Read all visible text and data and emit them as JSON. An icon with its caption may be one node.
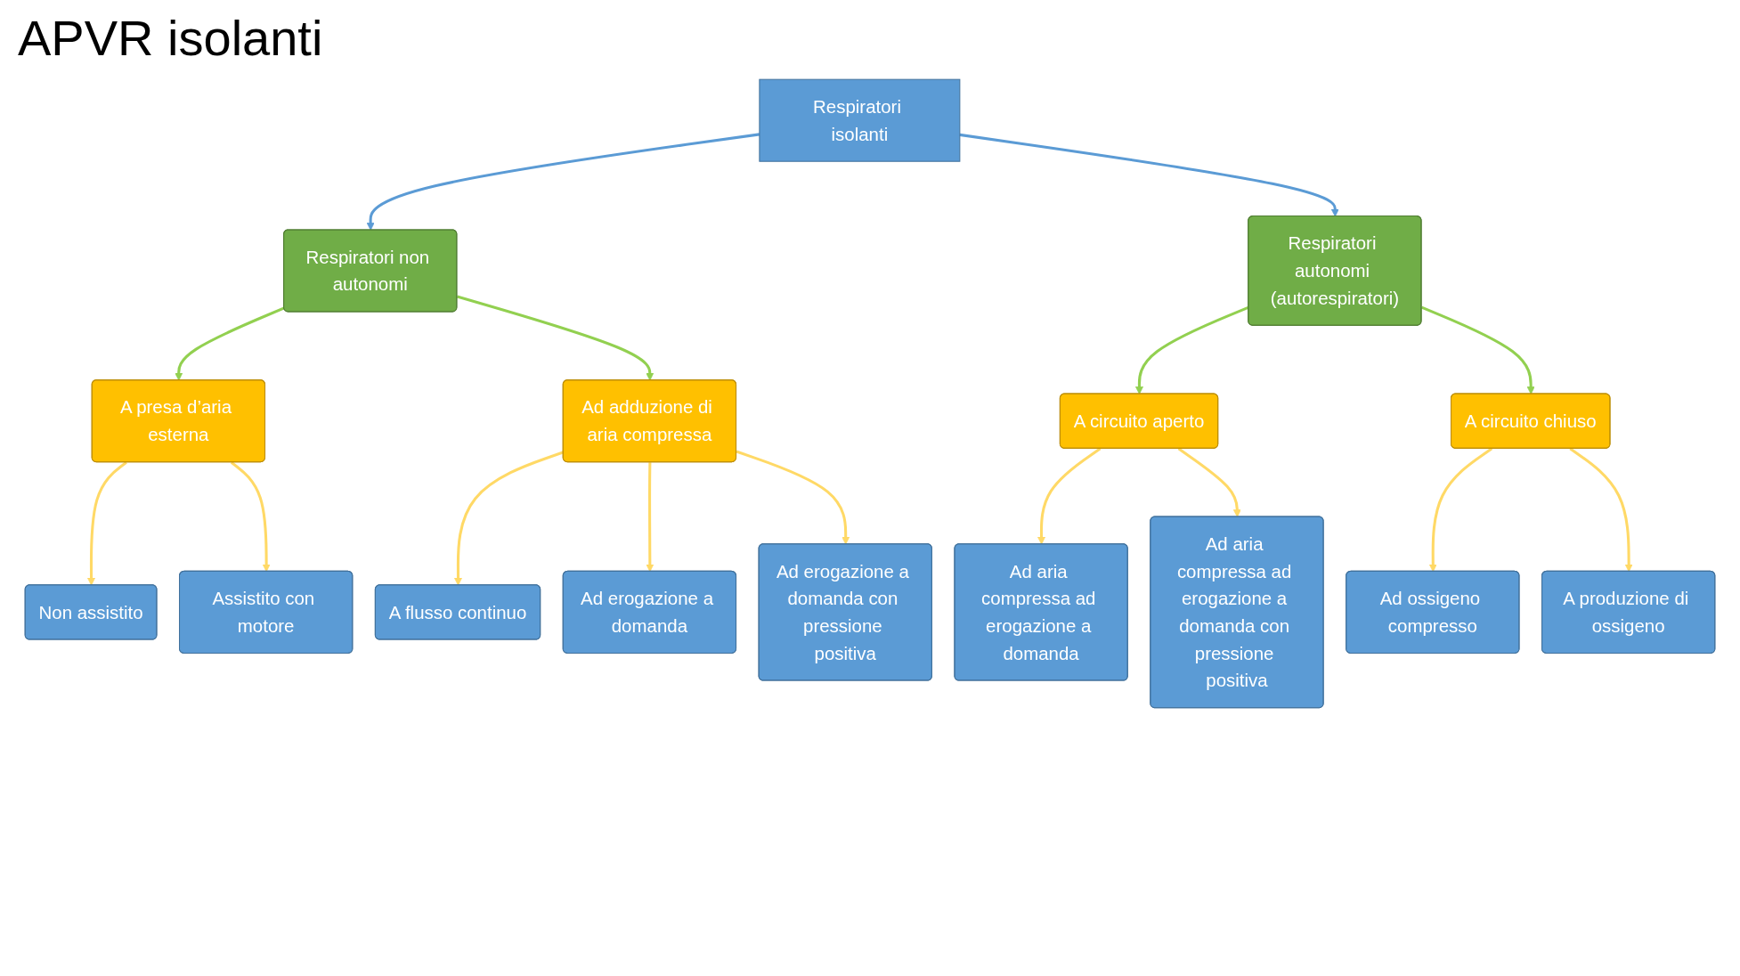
{
  "diagram": {
    "title": "APVR isolanti",
    "nodes": [
      {
        "text": [
          "Respiratori isolanti"
        ]
      },
      {
        "text": [
          "Respiratori non autonomi"
        ]
      },
      {
        "text": [
          "Respiratori autonomi (autorespiratori)"
        ]
      },
      {
        "text": [
          "A presa d’aria esterna"
        ]
      },
      {
        "text": [
          "Ad adduzione di aria compressa"
        ]
      },
      {
        "text": [
          "A circuito aperto"
        ]
      },
      {
        "text": [
          "A circuito chiuso"
        ]
      },
      {
        "text": [
          "Non assistito"
        ]
      },
      {
        "text": [
          "Assistito con motore"
        ]
      },
      {
        "text": [
          "A flusso continuo"
        ]
      },
      {
        "text": [
          "Ad erogazione a domanda"
        ]
      },
      {
        "text": [
          "Ad erogazione a domanda con pressione positiva"
        ]
      },
      {
        "text": [
          "Ad aria compressa ad erogazione a domanda"
        ]
      },
      {
        "text": [
          "Ad aria compressa ad erogazione a domanda con pressione positiva"
        ]
      },
      {
        "text": [
          "Ad ossigeno compresso"
        ]
      },
      {
        "text": [
          "A produzione di ossigeno"
        ]
      }
    ],
    "edges": [
      {
        "from": 0,
        "to": 1,
        "arrow": "to",
        "color": "#5b9bd5"
      },
      {
        "from": 0,
        "to": 2,
        "arrow": "to",
        "color": "#5b9bd5"
      },
      {
        "from": 1,
        "to": 3,
        "arrow": "to",
        "color": "#92d050"
      },
      {
        "from": 1,
        "to": 4,
        "arrow": "to",
        "color": "#92d050"
      },
      {
        "from": 2,
        "to": 5,
        "arrow": "to",
        "color": "#92d050"
      },
      {
        "from": 2,
        "to": 6,
        "arrow": "to",
        "color": "#92d050"
      },
      {
        "from": 3,
        "to": 7,
        "arrow": "to"
      },
      {
        "from": 3,
        "to": 8,
        "arrow": "to"
      },
      {
        "from": 4,
        "to": 9,
        "arrow": "to"
      },
      {
        "from": 4,
        "to": 10,
        "arrow": "to"
      },
      {
        "from": 4,
        "to": 11,
        "arrow": "to"
      },
      {
        "from": 5,
        "to": 12,
        "arrow": "to"
      },
      {
        "from": 5,
        "to": 13,
        "arrow": "to"
      },
      {
        "from": 6,
        "to": 14,
        "arrow": "to"
      },
      {
        "from": 6,
        "to": 15,
        "arrow": "to"
      }
    ]
  }
}
